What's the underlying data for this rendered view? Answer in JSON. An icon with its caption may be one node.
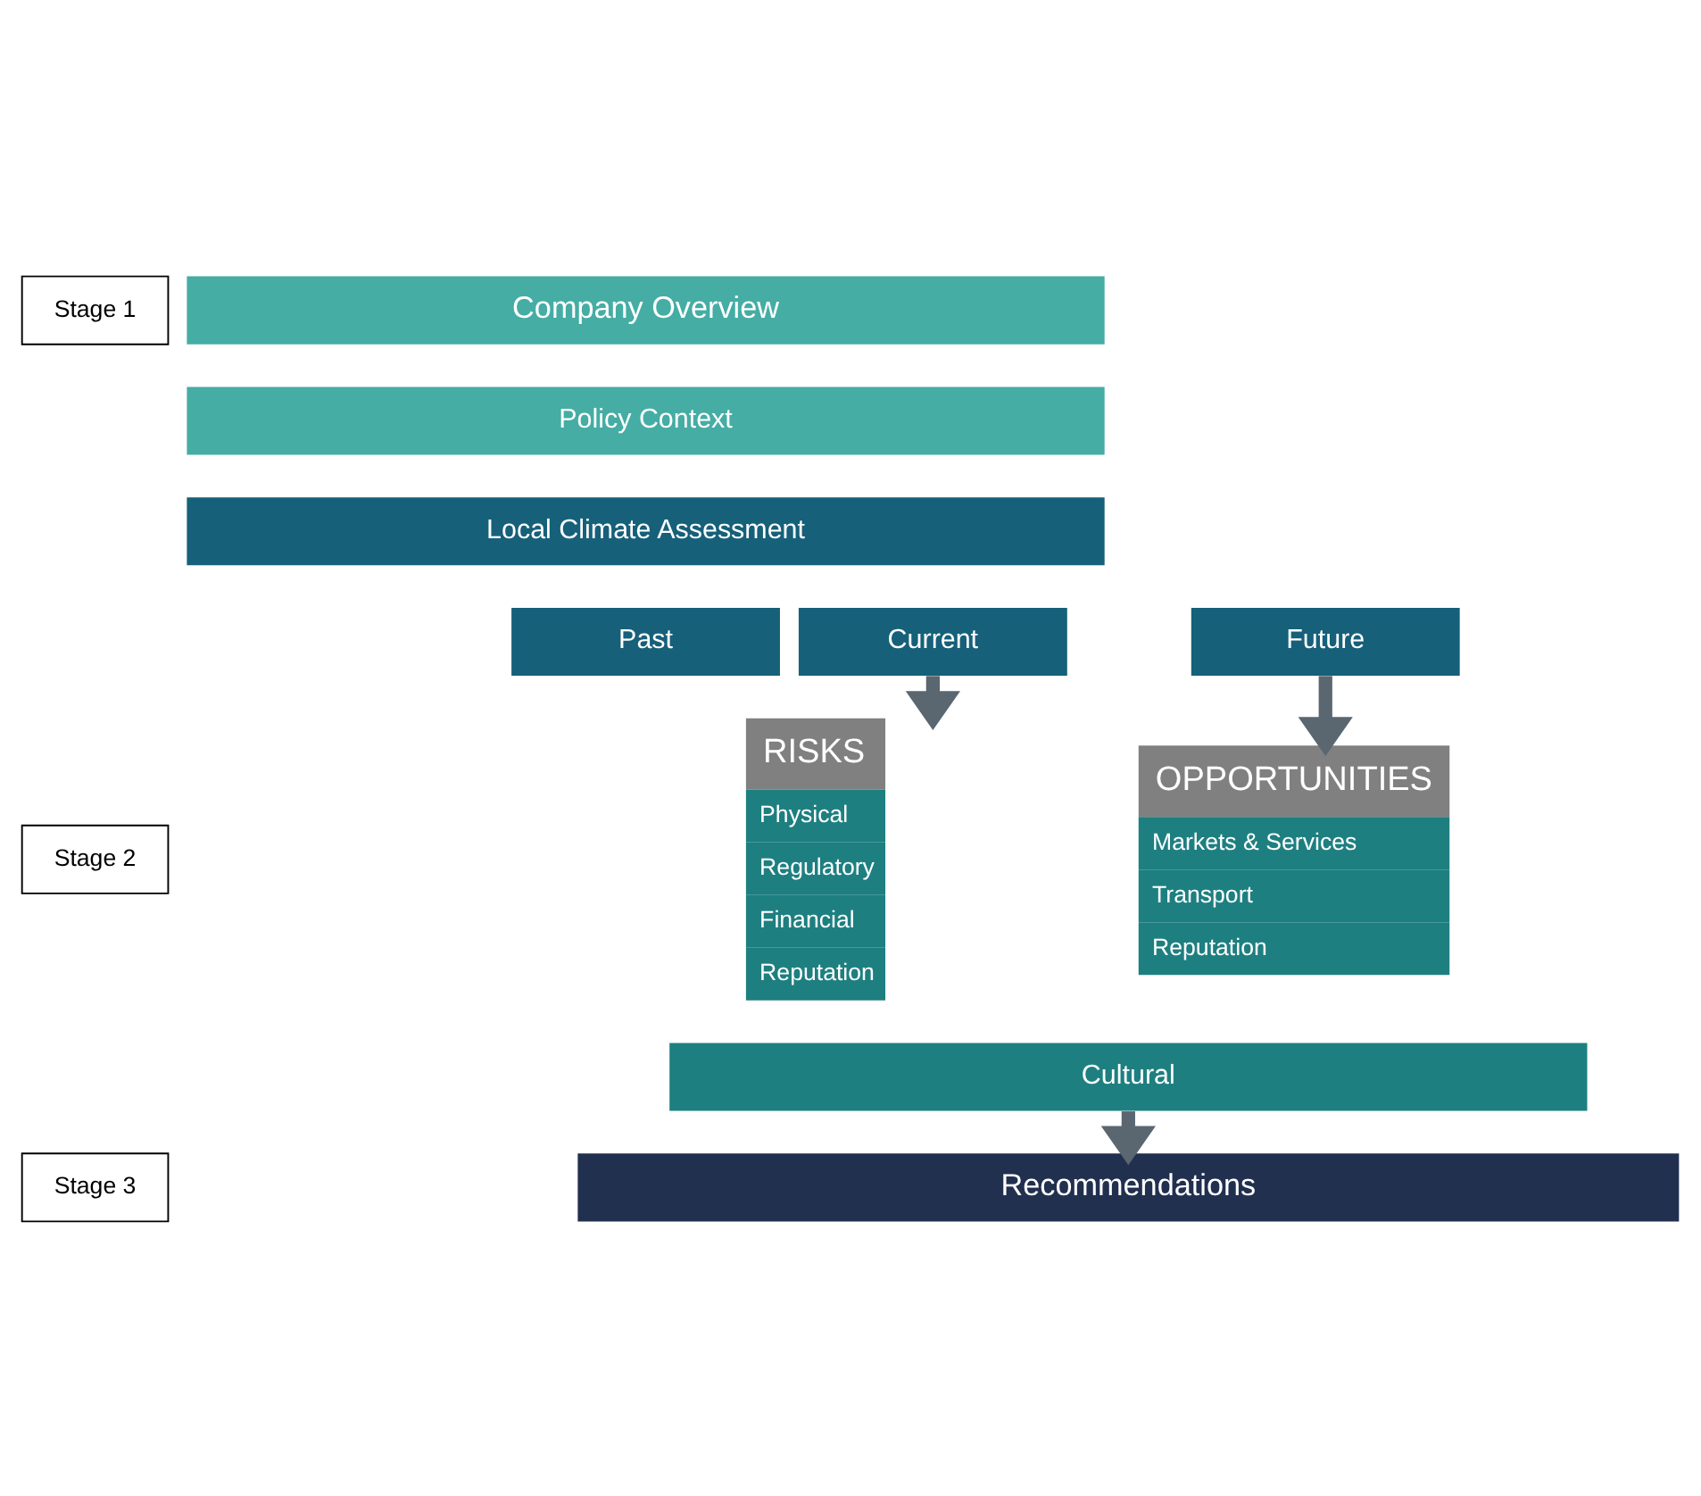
{
  "diagram": {
    "nodes": [
      {
        "text": [
          "Stage 1"
        ]
      },
      {
        "text": [
          "Stage 2"
        ]
      },
      {
        "text": [
          "Stage 3"
        ]
      },
      {
        "text": [
          "Company Overview"
        ]
      },
      {
        "text": [
          "Policy Context"
        ]
      },
      {
        "text": [
          "Local Climate Assessment"
        ]
      },
      {
        "text": [
          "Current"
        ]
      },
      {
        "text": [
          "Past"
        ]
      },
      {
        "text": [
          "Future"
        ]
      },
      {
        "text": [
          "RISKS",
          "Physical",
          "Regulatory",
          "Financial",
          "Reputation"
        ]
      },
      {
        "text": [
          "OPPORTUNITIES",
          "Markets & Services",
          "Transport",
          "Reputation"
        ]
      },
      {
        "text": [
          "Cultural"
        ]
      },
      {
        "text": [
          "Recommendations"
        ]
      }
    ],
    "edges": [
      {
        "from": 6,
        "to": 9,
        "arrow": "to"
      },
      {
        "from": 8,
        "to": 10,
        "arrow": "to"
      },
      {
        "from": 11,
        "to": 12,
        "arrow": "to"
      }
    ]
  }
}
